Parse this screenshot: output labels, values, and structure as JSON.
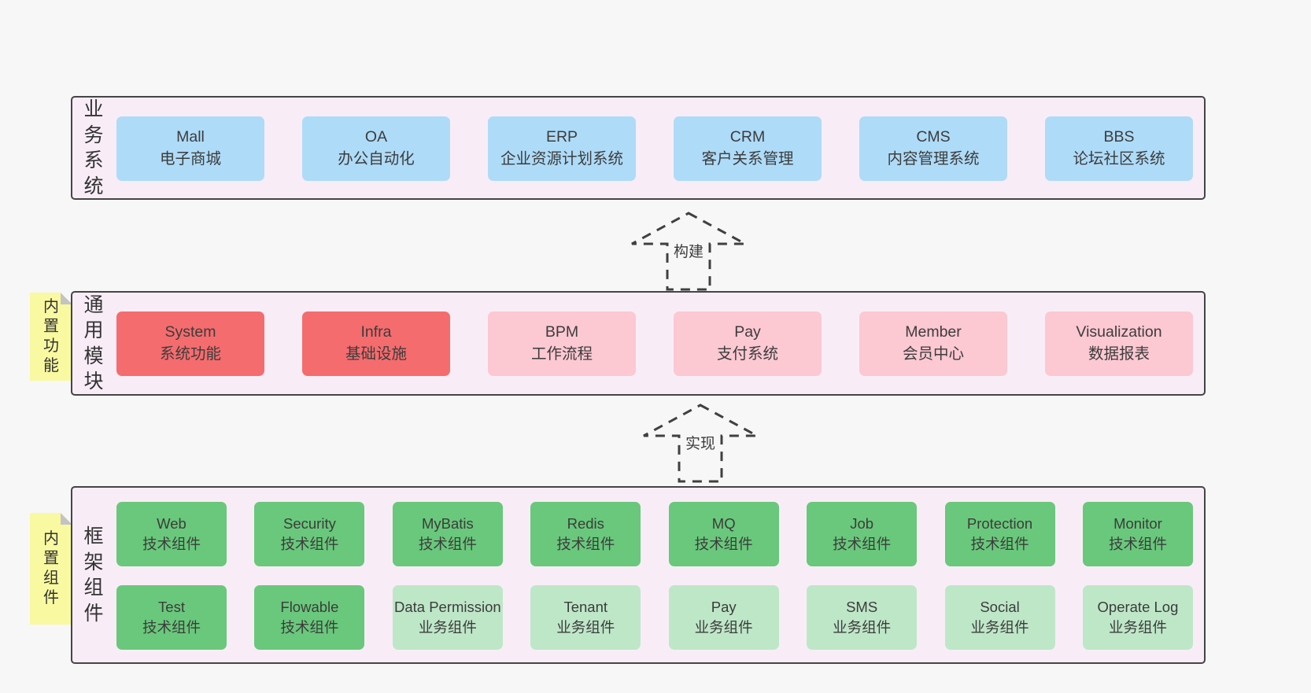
{
  "colors": {
    "page_bg": "#f7f7f7",
    "band_bg": "#f8edf7",
    "band_border": "#454545",
    "blue_box": "#aedbf8",
    "red_box": "#f56c6e",
    "pink_box": "#fcc8d2",
    "green_box": "#69c87b",
    "light_green_box": "#bee7c8",
    "sticky_note": "#f9f9a1",
    "note_fold": "#c3c3c3",
    "text": "#3c3c3c"
  },
  "arrows": {
    "build": "构建",
    "implement": "实现"
  },
  "bands": {
    "business": {
      "label": "业务系统",
      "boxes": [
        {
          "title": "Mall",
          "subtitle": "电子商城"
        },
        {
          "title": "OA",
          "subtitle": "办公自动化"
        },
        {
          "title": "ERP",
          "subtitle": "企业资源计划系统"
        },
        {
          "title": "CRM",
          "subtitle": "客户关系管理"
        },
        {
          "title": "CMS",
          "subtitle": "内容管理系统"
        },
        {
          "title": "BBS",
          "subtitle": "论坛社区系统"
        }
      ]
    },
    "modules": {
      "label": "通用模块",
      "note": "内置功能",
      "boxes": [
        {
          "title": "System",
          "subtitle": "系统功能"
        },
        {
          "title": "Infra",
          "subtitle": "基础设施"
        },
        {
          "title": "BPM",
          "subtitle": "工作流程"
        },
        {
          "title": "Pay",
          "subtitle": "支付系统"
        },
        {
          "title": "Member",
          "subtitle": "会员中心"
        },
        {
          "title": "Visualization",
          "subtitle": "数据报表"
        }
      ]
    },
    "framework": {
      "label": "框架组件",
      "note": "内置组件",
      "row1": [
        {
          "title": "Web",
          "subtitle": "技术组件"
        },
        {
          "title": "Security",
          "subtitle": "技术组件"
        },
        {
          "title": "MyBatis",
          "subtitle": "技术组件"
        },
        {
          "title": "Redis",
          "subtitle": "技术组件"
        },
        {
          "title": "MQ",
          "subtitle": "技术组件"
        },
        {
          "title": "Job",
          "subtitle": "技术组件"
        },
        {
          "title": "Protection",
          "subtitle": "技术组件"
        },
        {
          "title": "Monitor",
          "subtitle": "技术组件"
        }
      ],
      "row2": [
        {
          "title": "Test",
          "subtitle": "技术组件"
        },
        {
          "title": "Flowable",
          "subtitle": "技术组件"
        },
        {
          "title": "Data Permission",
          "subtitle": "业务组件"
        },
        {
          "title": "Tenant",
          "subtitle": "业务组件"
        },
        {
          "title": "Pay",
          "subtitle": "业务组件"
        },
        {
          "title": "SMS",
          "subtitle": "业务组件"
        },
        {
          "title": "Social",
          "subtitle": "业务组件"
        },
        {
          "title": "Operate Log",
          "subtitle": "业务组件"
        }
      ]
    }
  }
}
